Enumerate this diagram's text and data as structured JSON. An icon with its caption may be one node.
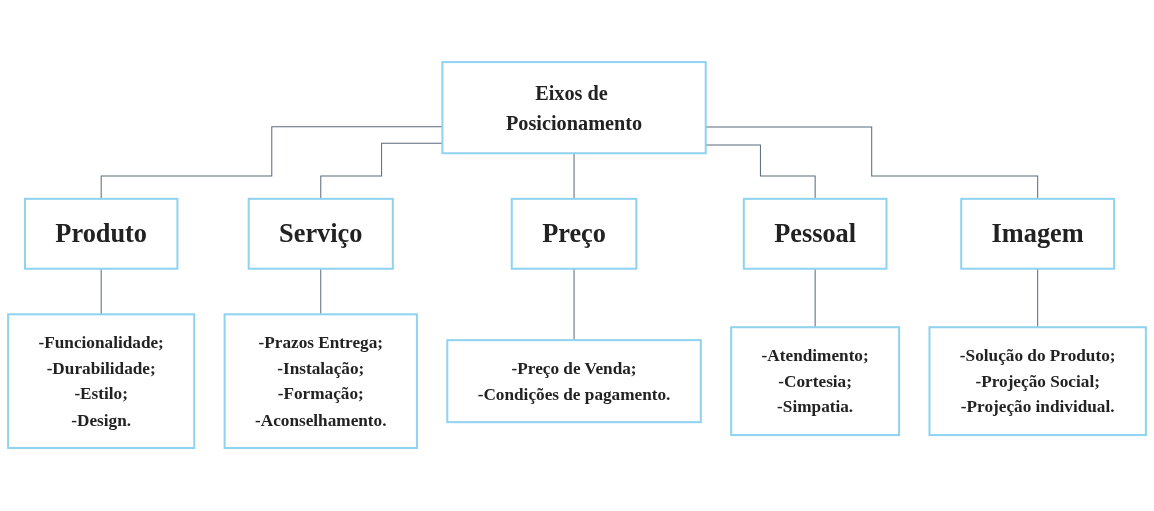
{
  "diagram": {
    "nodes": [
      {
        "text": [
          "Eixos de Posicionamento"
        ]
      },
      {
        "text": [
          "Produto"
        ]
      },
      {
        "text": [
          "Serviço"
        ]
      },
      {
        "text": [
          "Preço"
        ]
      },
      {
        "text": [
          "Pessoal"
        ]
      },
      {
        "text": [
          "Imagem"
        ]
      },
      {
        "text": [
          "-Funcionalidade;",
          "-Durabilidade;",
          "-Estilo;",
          "-Design."
        ]
      },
      {
        "text": [
          "-Prazos Entrega;",
          "-Instalação;",
          "-Formação;",
          "-Aconselhamento."
        ]
      },
      {
        "text": [
          "-Preço de Venda;",
          "-Condições de pagamento."
        ]
      },
      {
        "text": [
          "-Atendimento;",
          "-Cortesia;",
          "-Simpatia."
        ]
      },
      {
        "text": [
          "-Solução do Produto;",
          "-Projeção Social;",
          "-Projeção individual."
        ]
      }
    ],
    "edges": [
      {
        "from": 0,
        "to": 1,
        "arrow": "none"
      },
      {
        "from": 0,
        "to": 2,
        "arrow": "none"
      },
      {
        "from": 0,
        "to": 3,
        "arrow": "none"
      },
      {
        "from": 0,
        "to": 4,
        "arrow": "none"
      },
      {
        "from": 0,
        "to": 5,
        "arrow": "none"
      },
      {
        "from": 1,
        "to": 6,
        "arrow": "none"
      },
      {
        "from": 2,
        "to": 7,
        "arrow": "none"
      },
      {
        "from": 3,
        "to": 8,
        "arrow": "none"
      },
      {
        "from": 4,
        "to": 9,
        "arrow": "none"
      },
      {
        "from": 5,
        "to": 10,
        "arrow": "none"
      }
    ]
  }
}
